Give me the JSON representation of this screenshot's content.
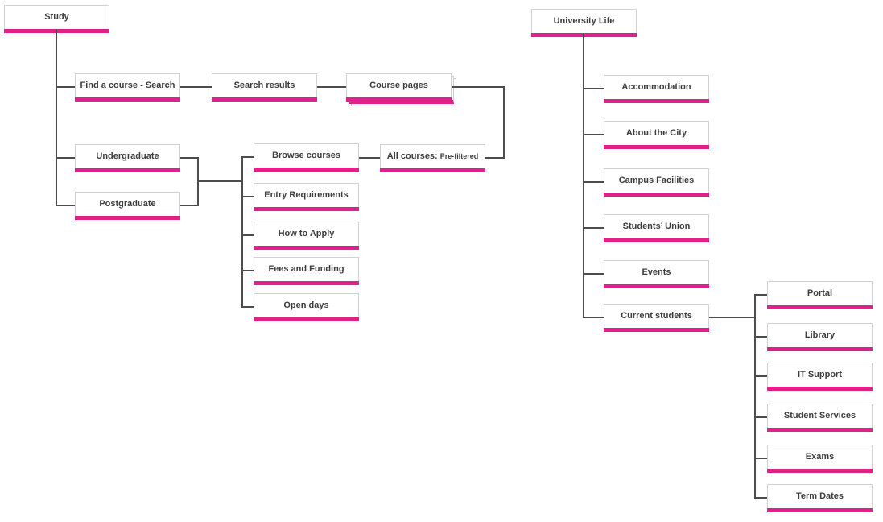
{
  "style": {
    "accent_color": "#e0218a",
    "line_color": "#4c4c4c",
    "box_border_color": "#d2d2d2",
    "text_color": "#3d3d3d"
  },
  "nodes": {
    "study": {
      "label": "Study"
    },
    "find_course": {
      "label": "Find a course - Search"
    },
    "search_results": {
      "label": "Search results"
    },
    "course_pages": {
      "label": "Course pages"
    },
    "undergraduate": {
      "label": "Undergraduate"
    },
    "postgraduate": {
      "label": "Postgraduate"
    },
    "browse_courses": {
      "label": "Browse courses"
    },
    "entry_requirements": {
      "label": "Entry Requirements"
    },
    "how_to_apply": {
      "label": "How to Apply"
    },
    "fees_and_funding": {
      "label": "Fees and Funding"
    },
    "open_days": {
      "label": "Open days"
    },
    "all_courses": {
      "label": "All courses:",
      "sublabel": "Pre-filtered"
    },
    "university_life": {
      "label": "University Life"
    },
    "accommodation": {
      "label": "Accommodation"
    },
    "about_the_city": {
      "label": "About the City"
    },
    "campus_facilities": {
      "label": "Campus Facilities"
    },
    "students_union": {
      "label": "Students’ Union"
    },
    "events": {
      "label": "Events"
    },
    "current_students": {
      "label": "Current students"
    },
    "portal": {
      "label": "Portal"
    },
    "library": {
      "label": "Library"
    },
    "it_support": {
      "label": "IT Support"
    },
    "student_services": {
      "label": "Student Services"
    },
    "exams": {
      "label": "Exams"
    },
    "term_dates": {
      "label": "Term Dates"
    }
  }
}
